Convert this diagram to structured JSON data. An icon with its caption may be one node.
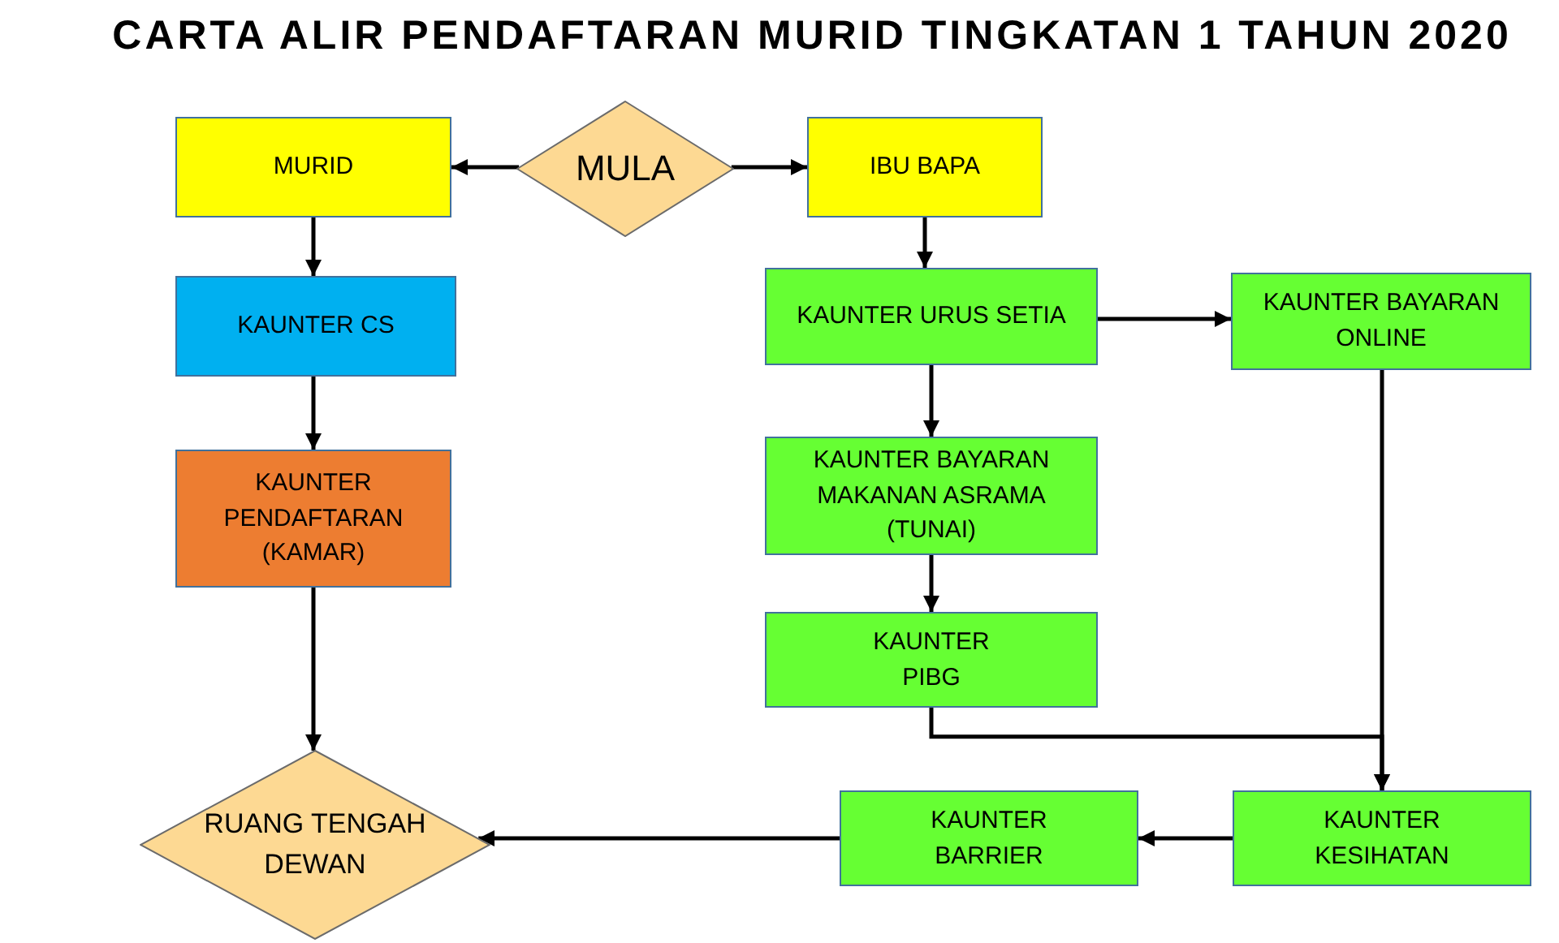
{
  "diagram": {
    "title": "CARTA ALIR PENDAFTARAN MURID TINGKATAN 1 TAHUN 2020",
    "nodes": [
      {
        "text": [
          "MURID"
        ]
      },
      {
        "text": [
          "MULA"
        ]
      },
      {
        "text": [
          "IBU BAPA"
        ]
      },
      {
        "text": [
          "KAUNTER CS"
        ]
      },
      {
        "text": [
          "KAUNTER URUS SETIA"
        ]
      },
      {
        "text": [
          "KAUNTER BAYARAN ONLINE"
        ]
      },
      {
        "text": [
          "KAUNTER BAYARAN MAKANAN ASRAMA (TUNAI)"
        ]
      },
      {
        "text": [
          "KAUNTER PENDAFTARAN (KAMAR)"
        ]
      },
      {
        "text": [
          "KAUNTER PIBG"
        ]
      },
      {
        "text": [
          "RUANG TENGAH DEWAN"
        ]
      },
      {
        "text": [
          "KAUNTER BARRIER"
        ]
      },
      {
        "text": [
          "KAUNTER KESIHATAN"
        ]
      }
    ],
    "edges": [
      {
        "from": 1,
        "to": 0,
        "arrow": "to"
      },
      {
        "from": 1,
        "to": 2,
        "arrow": "to"
      },
      {
        "from": 0,
        "to": 3,
        "arrow": "to"
      },
      {
        "from": 3,
        "to": 7,
        "arrow": "to"
      },
      {
        "from": 7,
        "to": 9,
        "arrow": "to"
      },
      {
        "from": 2,
        "to": 4,
        "arrow": "to"
      },
      {
        "from": 4,
        "to": 5,
        "arrow": "to"
      },
      {
        "from": 4,
        "to": 6,
        "arrow": "to"
      },
      {
        "from": 6,
        "to": 8,
        "arrow": "to"
      },
      {
        "from": 8,
        "to": 11,
        "arrow": "to"
      },
      {
        "from": 5,
        "to": 11,
        "arrow": "to"
      },
      {
        "from": 11,
        "to": 10,
        "arrow": "to"
      },
      {
        "from": 10,
        "to": 9,
        "arrow": "to"
      }
    ]
  }
}
